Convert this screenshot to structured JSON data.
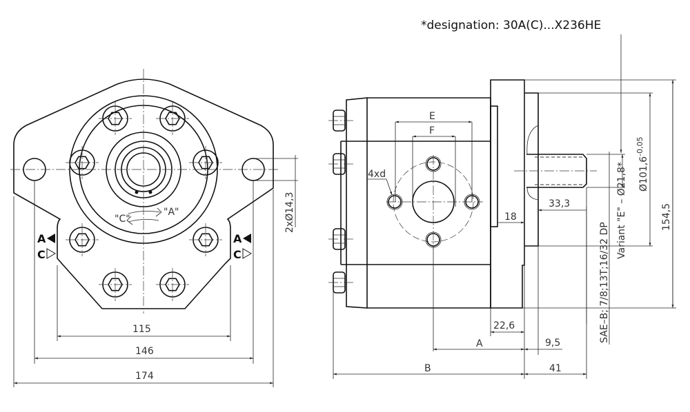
{
  "designation": "*designation: 30A(C)...X236HE",
  "front_view": {
    "dim_hole_spacing_inner": "115",
    "dim_hole_spacing": "146",
    "dim_width": "174",
    "dim_mount_holes": "2xØ14,3",
    "rotation_label_a": "\"A\"",
    "rotation_label_c": "\"C\"",
    "port_label_a_left": "A",
    "port_label_c_left": "C",
    "port_label_a_right": "A",
    "port_label_c_right": "C"
  },
  "side_view": {
    "dim_e": "E",
    "dim_f": "F",
    "dim_4xd": "4xd",
    "dim_18": "18",
    "dim_33_3": "33,3",
    "dim_22_6": "22,6",
    "dim_a": "A",
    "dim_9_5": "9,5",
    "dim_b": "B",
    "dim_41": "41",
    "dim_height": "154,5",
    "dim_pilot": "Ø101,6",
    "dim_pilot_tol": "-0,05",
    "dim_shaft_variant": "Variant \"E\" – Ø21,8*",
    "dim_spline": "SAE–B; 7/8;13T;16/32 DP"
  }
}
